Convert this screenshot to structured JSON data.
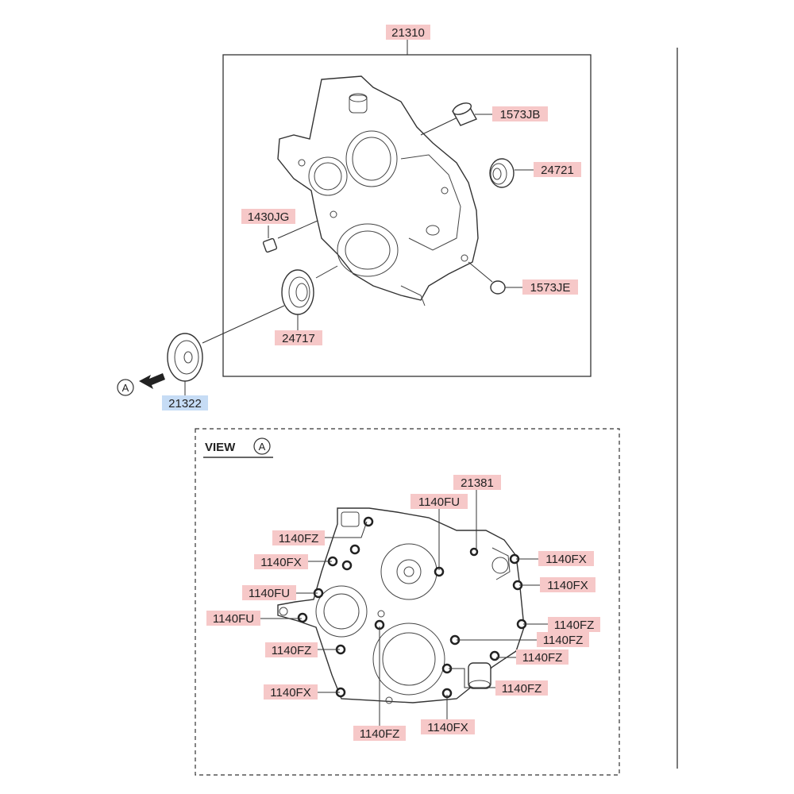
{
  "labels": {
    "main_assembly": "21310",
    "plug_top": "1573JB",
    "bearing": "24721",
    "pin": "1430JG",
    "plug_bottom": "1573JE",
    "oil_seal": "24717",
    "cover_plate": "21322",
    "view_part": "21381"
  },
  "view": {
    "title": "VIEW",
    "marker": "A"
  },
  "callouts_left": [
    "1140FZ",
    "1140FX",
    "1140FU",
    "1140FU",
    "1140FZ",
    "1140FX"
  ],
  "callouts_top": [
    "1140FU"
  ],
  "callouts_right": [
    "1140FX",
    "1140FX",
    "1140FZ",
    "1140FZ",
    "1140FZ",
    "1140FZ"
  ],
  "callouts_bottom": [
    "1140FZ",
    "1140FX"
  ],
  "colors": {
    "label_fill": "#f6c8c8",
    "label_fill_highlight": "#c6dcf5",
    "line": "#333333"
  }
}
